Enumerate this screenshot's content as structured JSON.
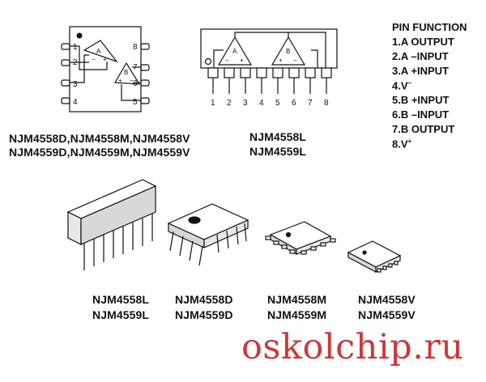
{
  "top_left_part_numbers": [
    "NJM4558D,NJM4558M,NJM4558V",
    "NJM4559D,NJM4559M,NJM4559V"
  ],
  "top_mid_part_numbers": [
    "NJM4558L",
    "NJM4559L"
  ],
  "dip_pins": {
    "left": [
      "1",
      "2",
      "3",
      "4"
    ],
    "right": [
      "8",
      "7",
      "6",
      "5"
    ]
  },
  "dip_opamp_labels": [
    "A",
    "B"
  ],
  "sip_pins": [
    "1",
    "2",
    "3",
    "4",
    "5",
    "6",
    "7",
    "8"
  ],
  "sip_opamp_labels": [
    "A",
    "B"
  ],
  "pin_function": {
    "title": "PIN FUNCTION",
    "items": [
      "1.A OUTPUT",
      "2.A –INPUT",
      "3.A +INPUT",
      "4.V",
      "5.B +INPUT",
      "6.B –INPUT",
      "7.B OUTPUT",
      "8.V"
    ],
    "v_minus_sup": "–",
    "v_plus_sup": "+"
  },
  "packages": [
    {
      "line1": "NJM4558L",
      "line2": "NJM4559L"
    },
    {
      "line1": "NJM4558D",
      "line2": "NJM4559D"
    },
    {
      "line1": "NJM4558M",
      "line2": "NJM4559M"
    },
    {
      "line1": "NJM4558V",
      "line2": "NJM4559V"
    }
  ],
  "watermark": "oskolchip.ru"
}
